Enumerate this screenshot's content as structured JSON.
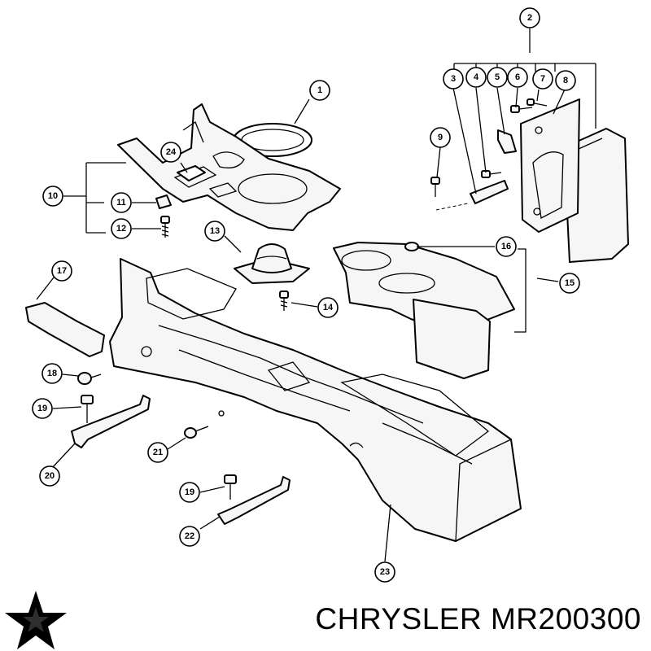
{
  "caption": "CHRYSLER MR200300",
  "callouts": {
    "c1": "1",
    "c2": "2",
    "c3": "3",
    "c4": "4",
    "c5": "5",
    "c6": "6",
    "c7": "7",
    "c8": "8",
    "c9": "9",
    "c10": "10",
    "c11": "11",
    "c12": "12",
    "c13": "13",
    "c14": "14",
    "c15": "15",
    "c16": "16",
    "c17": "17",
    "c18": "18",
    "c19a": "19",
    "c19b": "19",
    "c20": "20",
    "c21": "21",
    "c22": "22",
    "c23": "23",
    "c24": "24"
  },
  "logo": {
    "icon": "pentastar-icon",
    "color": "#000000"
  }
}
